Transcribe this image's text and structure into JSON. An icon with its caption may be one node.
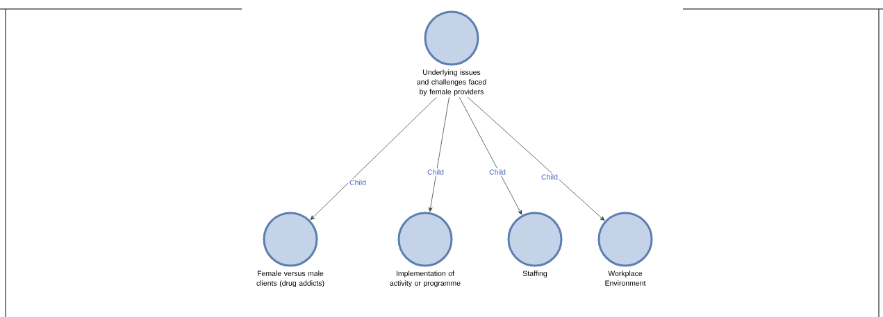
{
  "diagram": {
    "nodes": [
      {
        "text": [
          "Underlying issues and challenges faced by female providers"
        ]
      },
      {
        "text": [
          "Female versus male clients (drug addicts)"
        ]
      },
      {
        "text": [
          "Implementation of activity or programme"
        ]
      },
      {
        "text": [
          "Staffing"
        ]
      },
      {
        "text": [
          "Workplace Environment"
        ]
      }
    ],
    "edges": [
      {
        "from": 0,
        "to": 1,
        "arrow": "to",
        "label": "Child"
      },
      {
        "from": 0,
        "to": 2,
        "arrow": "to",
        "label": "Child"
      },
      {
        "from": 0,
        "to": 3,
        "arrow": "to",
        "label": "Child"
      },
      {
        "from": 0,
        "to": 4,
        "arrow": "to",
        "label": "Child"
      }
    ]
  }
}
